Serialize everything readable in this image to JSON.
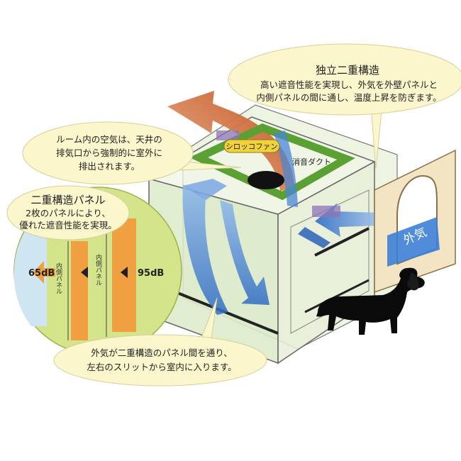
{
  "callouts": {
    "independent_structure": {
      "title": "独立二重構造",
      "lines": [
        "高い遮音性能を実現し、外気を外壁パネルと",
        "内側パネルの間に通し、温度上昇を防ぎます。"
      ]
    },
    "room_air": {
      "lines": [
        "ルーム内の空気は、天井の",
        "排気口から強制的に室外に",
        "排出されます。"
      ]
    },
    "double_panel": {
      "title": "二重構造パネル",
      "lines": [
        "2枚のパネルにより、",
        "優れた遮音性能を実現。"
      ]
    },
    "outside_air": {
      "lines": [
        "外気が二重構造のパネル間を通り、",
        "左右のスリットから室内に入ります。"
      ]
    }
  },
  "labels": {
    "sirocco_fan": "シロッコファン",
    "silencer_duct": "消音ダクト",
    "outside_air_tag": "外気",
    "inner_panel_1": "内側パネル",
    "inner_panel_2": "内側パネル",
    "db_inside": "65dB",
    "db_outside": "95dB"
  },
  "colors": {
    "bubble_fill": "#fbf6cc",
    "detail_circle": "#d4e48a",
    "panel_orange": "#f0a040",
    "air_blue": "#3e7fd0",
    "exhaust_orange": "#c8561f",
    "green_frame": "#5aa032",
    "dog": "#0a0a0a"
  }
}
